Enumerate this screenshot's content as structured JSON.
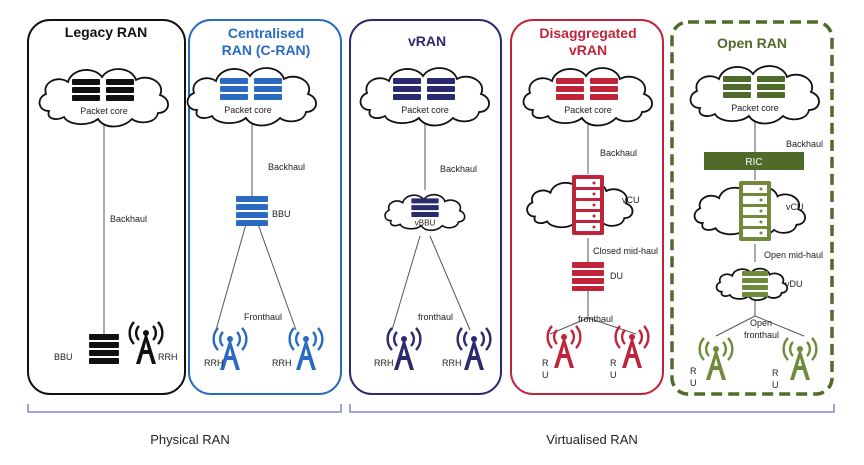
{
  "colors": {
    "legacy": "#111111",
    "cran": "#2a6ac0",
    "vran": "#2b2a6e",
    "disaggregated": "#c0243a",
    "open": "#4f6b2a",
    "open_light": "#6e8a3a"
  },
  "icons": {
    "cloud": "cloud-icon",
    "server": "server-rack-icon",
    "tower": "antenna-tower-icon",
    "ric": "ric-block"
  },
  "panels": {
    "legacy": {
      "title": "Legacy RAN",
      "cloud_label": "Packet core",
      "link_label": "Backhaul",
      "bbu_label": "BBU",
      "rrh_label": "RRH"
    },
    "cran": {
      "title_line1": "Centralised",
      "title_line2": "RAN (C-RAN)",
      "cloud_label": "Packet core",
      "backhaul_label": "Backhaul",
      "bbu_label": "BBU",
      "fronthaul_label": "Fronthaul",
      "rrh_left": "RRH",
      "rrh_right": "RRH"
    },
    "vran": {
      "title": "vRAN",
      "cloud_label": "Packet core",
      "backhaul_label": "Backhaul",
      "vbbu_label": "vBBU",
      "fronthaul_label": "fronthaul",
      "rrh_left": "RRH",
      "rrh_right": "RRH"
    },
    "disaggregated": {
      "title_line1": "Disaggregated",
      "title_line2": "vRAN",
      "cloud_label": "Packet core",
      "backhaul_label": "Backhaul",
      "vcu_label": "vCU",
      "midhaul_label": "Closed mid-haul",
      "du_label": "DU",
      "fronthaul_label": "fronthaul",
      "ru_label_l1": "R",
      "ru_label_l2": "U"
    },
    "open": {
      "title": "Open RAN",
      "cloud_label": "Packet core",
      "backhaul_label": "Backhaul",
      "ric_label": "RIC",
      "vcu_label": "vCU",
      "midhaul_label": "Open mid-haul",
      "vdu_label": "vDU",
      "fronthaul_line1": "Open",
      "fronthaul_line2": "fronthaul",
      "ru_label_l1": "R",
      "ru_label_l2": "U"
    }
  },
  "groups": {
    "physical": "Physical RAN",
    "virtualised": "Virtualised RAN"
  }
}
